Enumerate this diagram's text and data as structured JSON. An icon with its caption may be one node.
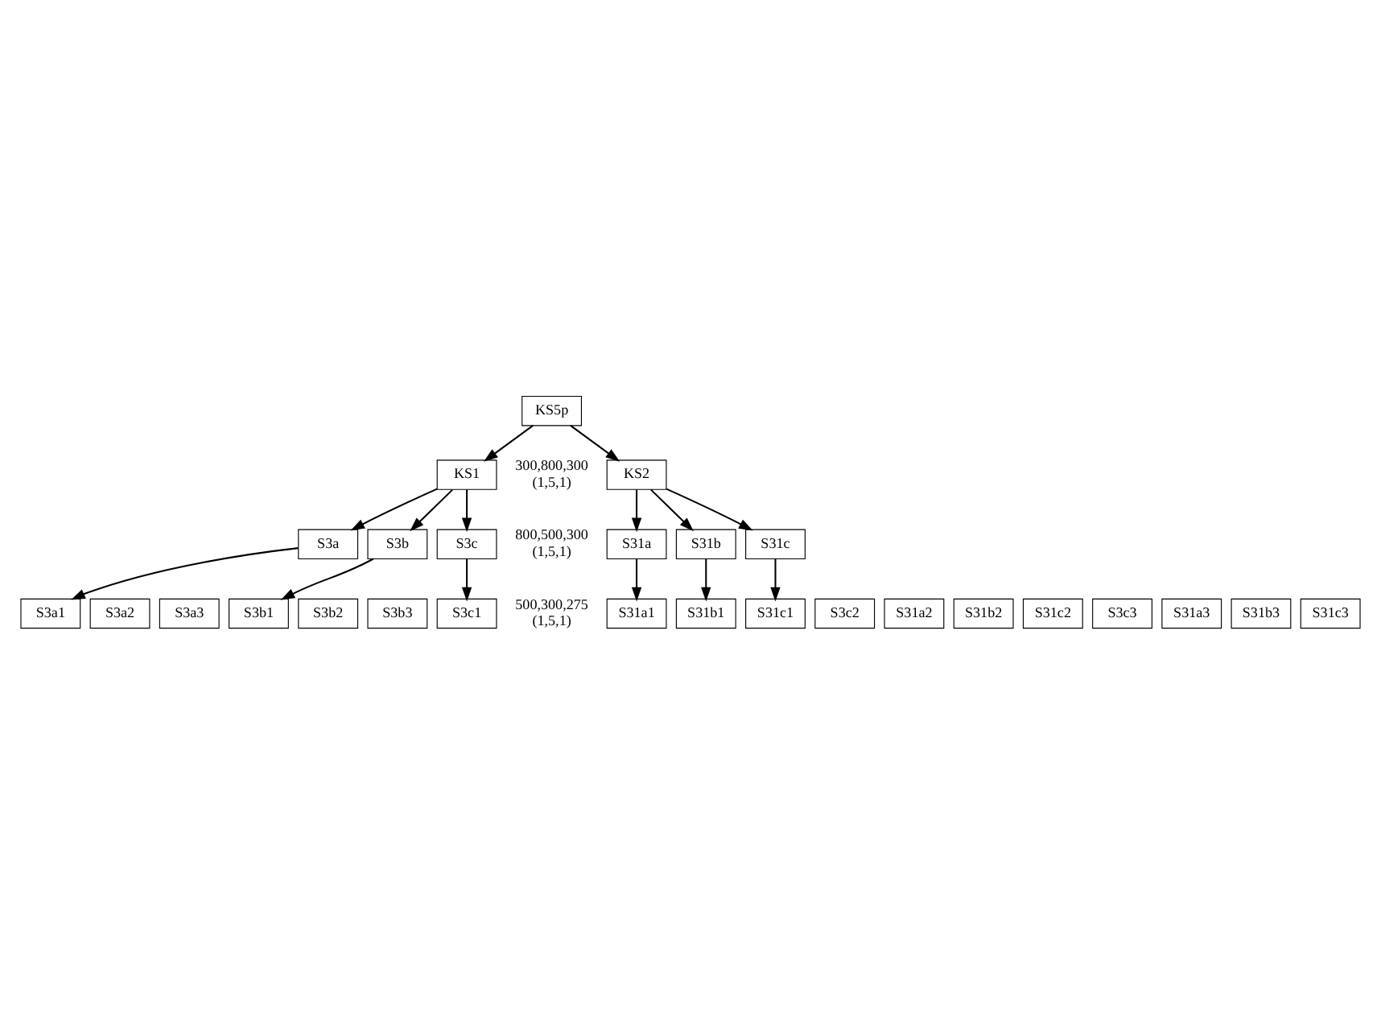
{
  "diagram": {
    "nodes": [
      {
        "text": [
          "KS5p"
        ]
      },
      {
        "text": [
          "KS1"
        ]
      },
      {
        "text": [
          "KS2"
        ]
      },
      {
        "text": [
          "S3a"
        ]
      },
      {
        "text": [
          "S3b"
        ]
      },
      {
        "text": [
          "S3c"
        ]
      },
      {
        "text": [
          "S31a"
        ]
      },
      {
        "text": [
          "S31b"
        ]
      },
      {
        "text": [
          "S31c"
        ]
      },
      {
        "text": [
          "S3a1"
        ]
      },
      {
        "text": [
          "S3b1"
        ]
      },
      {
        "text": [
          "S3c1"
        ]
      },
      {
        "text": [
          "S3a2"
        ]
      },
      {
        "text": [
          "S3b2"
        ]
      },
      {
        "text": [
          "S3c2"
        ]
      },
      {
        "text": [
          "S3a3"
        ]
      },
      {
        "text": [
          "S3b3"
        ]
      },
      {
        "text": [
          "S3c3"
        ]
      },
      {
        "text": [
          "S31a1"
        ]
      },
      {
        "text": [
          "S31b1"
        ]
      },
      {
        "text": [
          "S31c1"
        ]
      },
      {
        "text": [
          "S31a2"
        ]
      },
      {
        "text": [
          "S31b2"
        ]
      },
      {
        "text": [
          "S31c2"
        ]
      },
      {
        "text": [
          "S31a3"
        ]
      },
      {
        "text": [
          "S31b3"
        ]
      },
      {
        "text": [
          "S31c3"
        ]
      }
    ],
    "edges": [
      {
        "from": 0,
        "to": 1,
        "arrow": "to"
      },
      {
        "from": 0,
        "to": 2,
        "arrow": "to"
      },
      {
        "from": 1,
        "to": 3,
        "arrow": "to"
      },
      {
        "from": 1,
        "to": 4,
        "arrow": "to"
      },
      {
        "from": 1,
        "to": 5,
        "arrow": "to"
      },
      {
        "from": 2,
        "to": 6,
        "arrow": "to"
      },
      {
        "from": 2,
        "to": 7,
        "arrow": "to"
      },
      {
        "from": 2,
        "to": 8,
        "arrow": "to"
      },
      {
        "from": 3,
        "to": 9,
        "arrow": "to"
      },
      {
        "from": 4,
        "to": 10,
        "arrow": "to"
      },
      {
        "from": 5,
        "to": 11,
        "arrow": "to"
      },
      {
        "from": 6,
        "to": 18,
        "arrow": "to"
      },
      {
        "from": 7,
        "to": 19,
        "arrow": "to"
      },
      {
        "from": 8,
        "to": 20,
        "arrow": "to"
      }
    ],
    "labels": [
      "300,800,300 (1,5,1)",
      "800,500,300 (1,5,1)",
      "500,300,275 (1,5,1)"
    ]
  }
}
